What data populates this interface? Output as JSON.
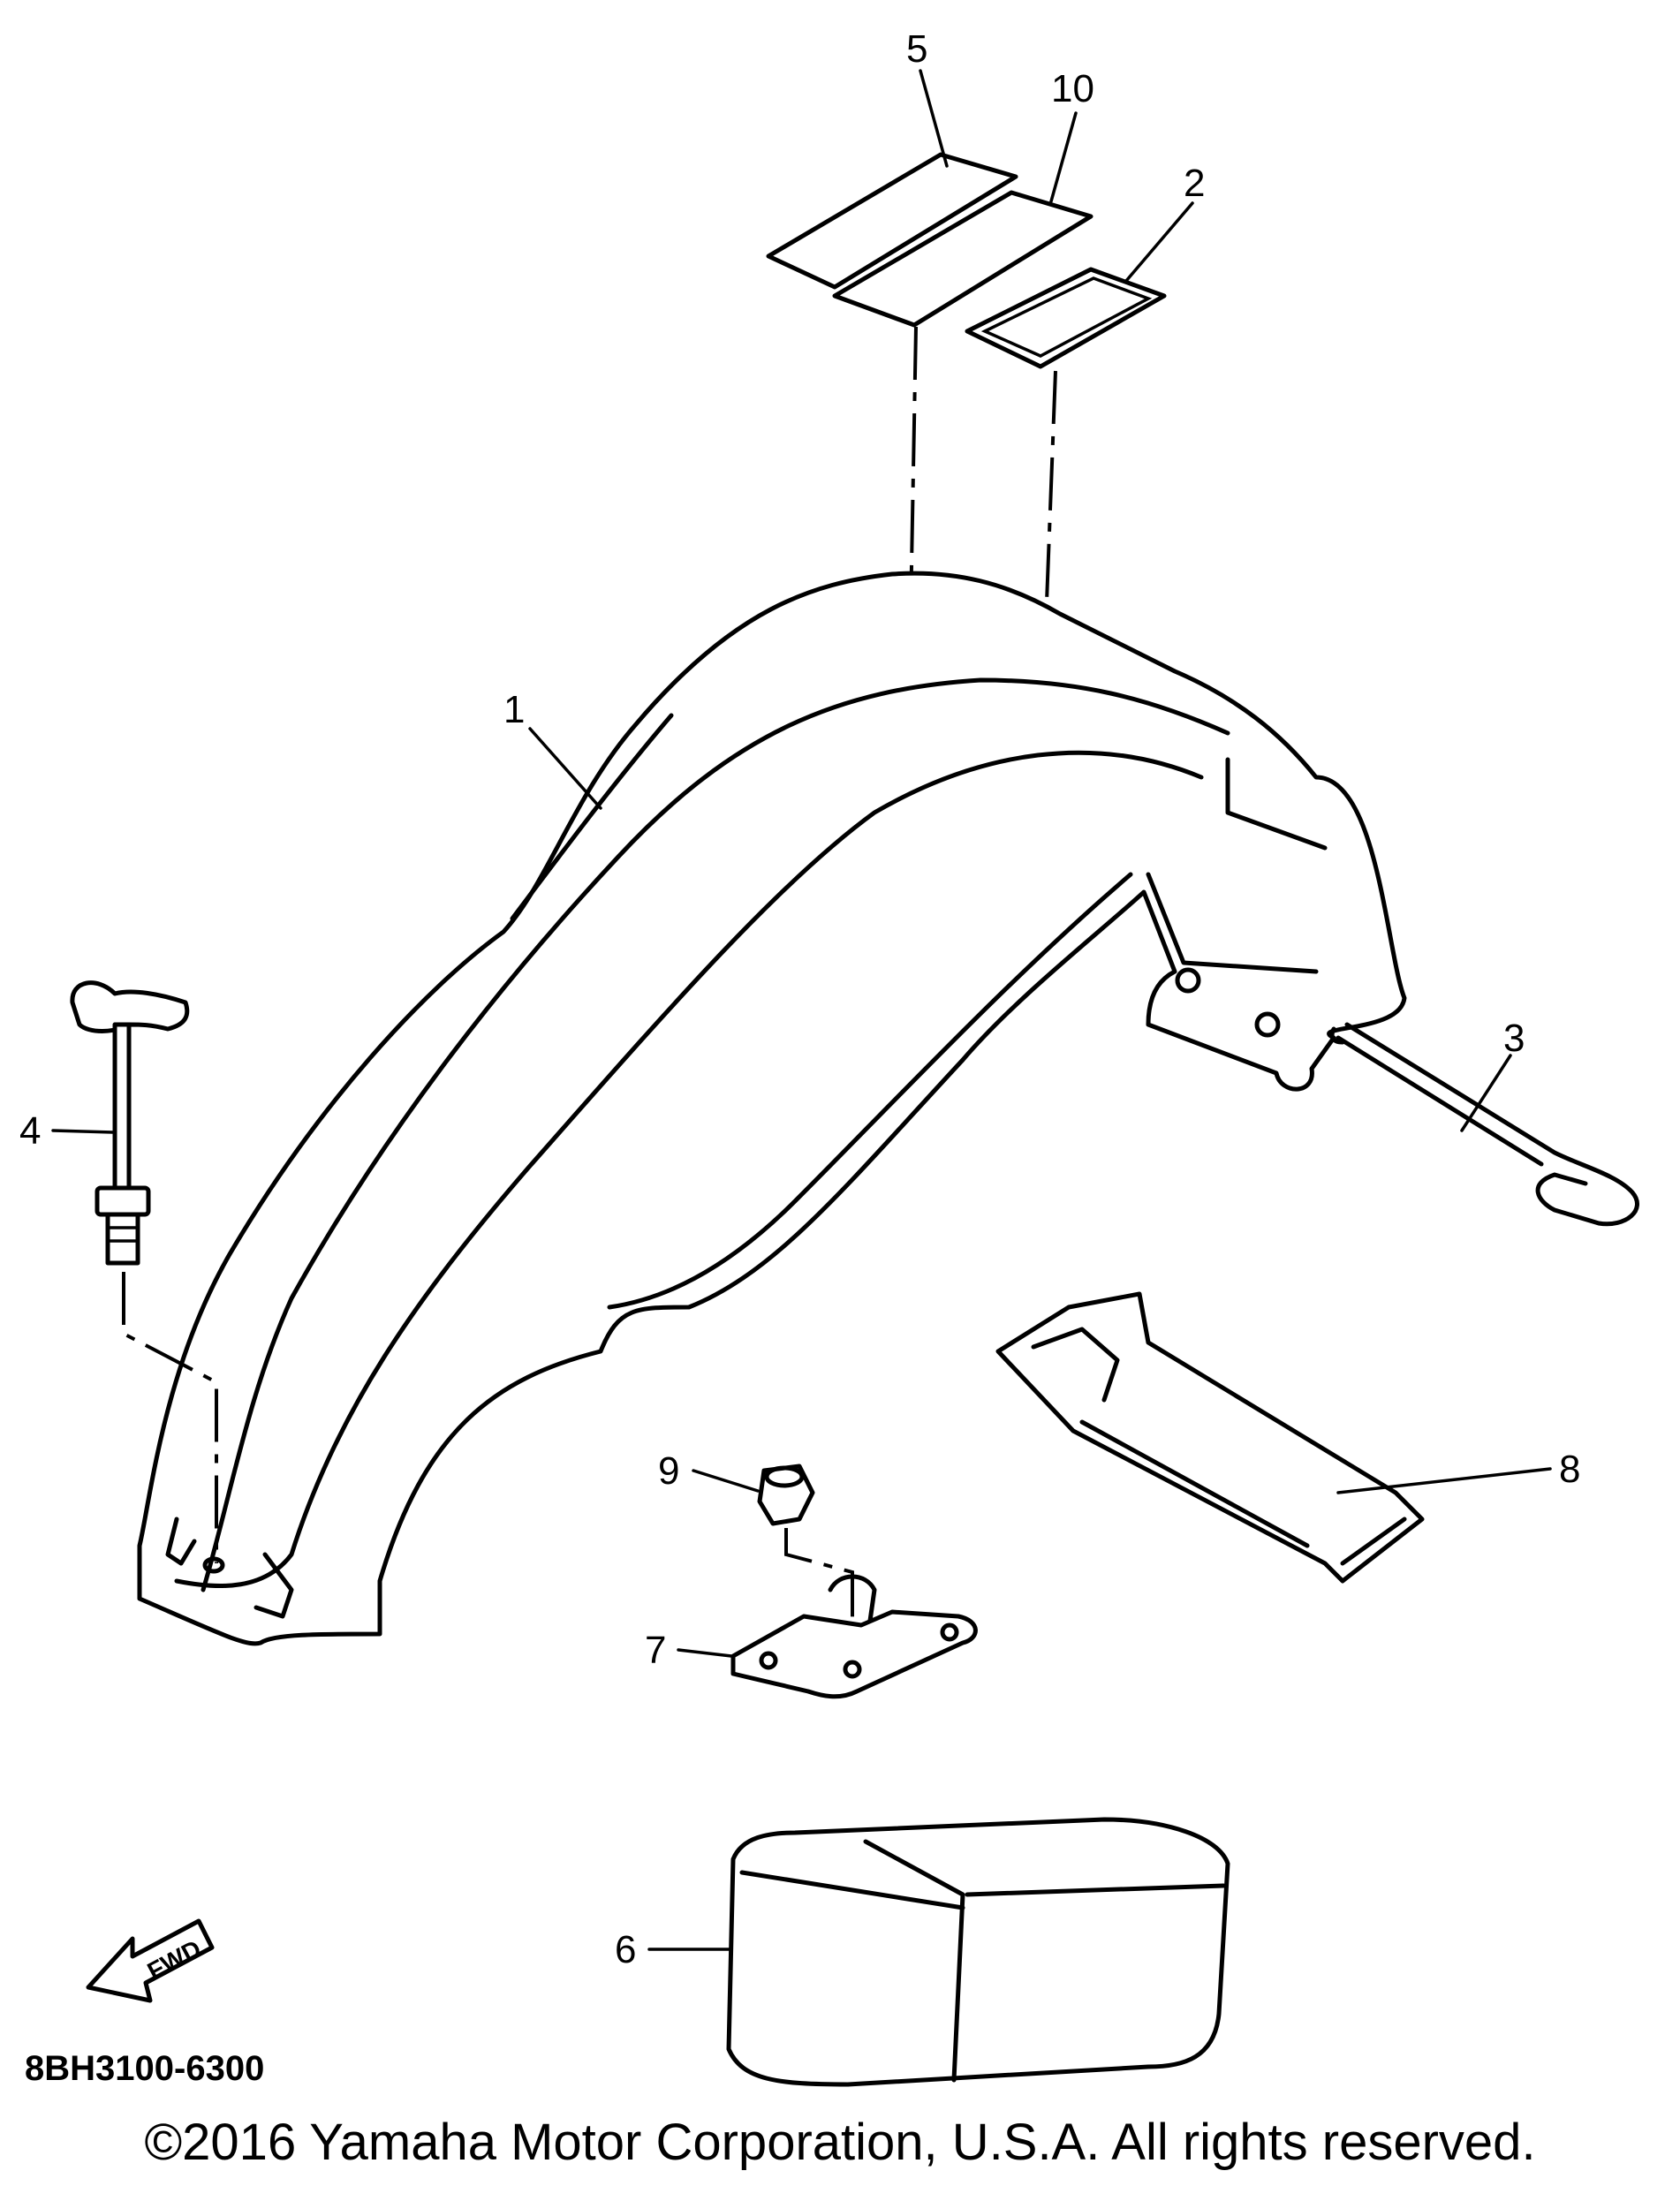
{
  "callouts": {
    "p1": "1",
    "p2": "2",
    "p3": "3",
    "p4": "4",
    "p5": "5",
    "p6": "6",
    "p7": "7",
    "p8": "8",
    "p9": "9",
    "p10": "10"
  },
  "fwd_label": "FWD",
  "diagram_code": "8BH3100-6300",
  "copyright": "©2016 Yamaha Motor Corporation, U.S.A. All rights reserved."
}
